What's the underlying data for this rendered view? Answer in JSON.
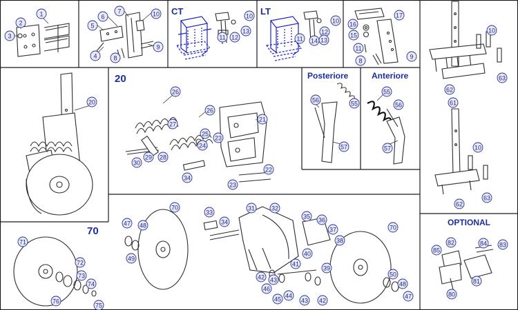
{
  "headings": {
    "ct": "CT",
    "lt": "LT",
    "twenty": "20",
    "seventy": "70",
    "posteriore": "Posteriore",
    "anteriore": "Anteriore",
    "optional": "OPTIONAL"
  },
  "callouts": {
    "c1": "1",
    "c2": "2",
    "c3": "3",
    "c4": "4",
    "c5": "5",
    "c6": "6",
    "c7": "7",
    "c8": "8",
    "c9": "9",
    "c10": "10",
    "c11": "11",
    "c12": "12",
    "c13": "13",
    "c14": "14",
    "c15": "15",
    "c16": "16",
    "c17": "17",
    "c20": "20",
    "c21": "21",
    "c22": "22",
    "c23": "23",
    "c24": "24",
    "c25": "25",
    "c26": "26",
    "c27": "27",
    "c28": "28",
    "c29": "29",
    "c30": "30",
    "c31": "31",
    "c32": "32",
    "c33": "33",
    "c34": "34",
    "c35": "35",
    "c36": "36",
    "c37": "37",
    "c38": "38",
    "c39": "39",
    "c40": "40",
    "c41": "41",
    "c42": "42",
    "c43": "43",
    "c44": "44",
    "c45": "45",
    "c46": "46",
    "c47": "47",
    "c48": "48",
    "c49": "49",
    "c50": "50",
    "c55": "55",
    "c56": "56",
    "c57": "57",
    "c61": "61",
    "c62": "62",
    "c63": "63",
    "c70": "70",
    "c71": "71",
    "c72": "72",
    "c73": "73",
    "c74": "74",
    "c75": "75",
    "c76": "76",
    "c80": "80",
    "c81": "81",
    "c82": "82",
    "c83": "83",
    "c84": "84",
    "c85": "85"
  }
}
